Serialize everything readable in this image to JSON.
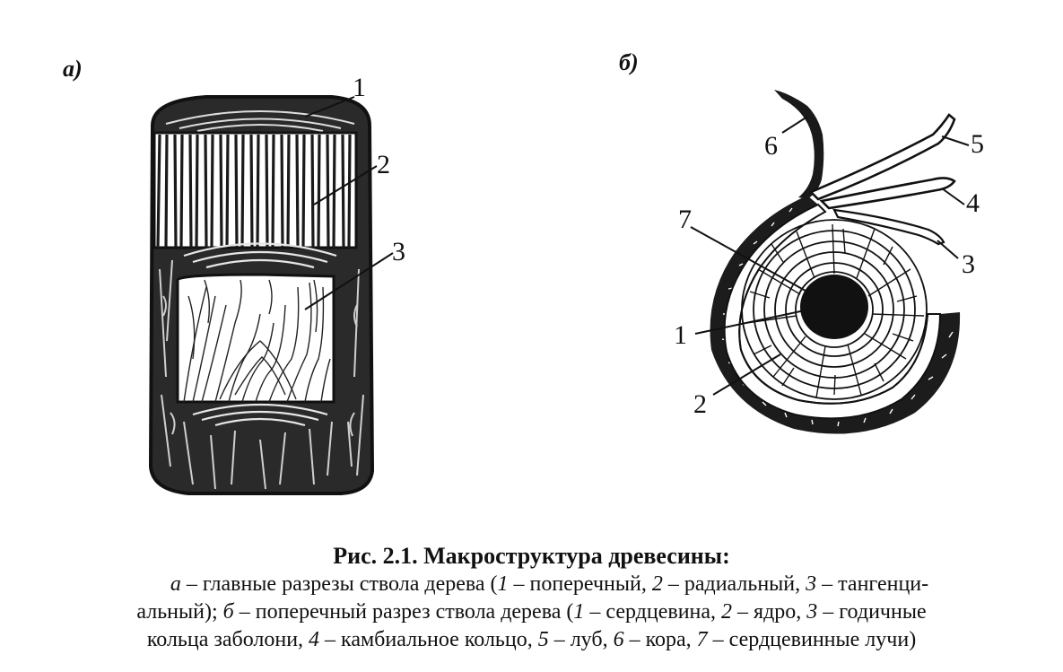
{
  "figure": {
    "panel_a": "а)",
    "panel_b": "б)",
    "labels_a": [
      "1",
      "2",
      "3"
    ],
    "labels_b": [
      "1",
      "2",
      "3",
      "4",
      "5",
      "6",
      "7"
    ]
  },
  "caption": {
    "title": "Рис. 2.1. Макроструктура древесины:",
    "line1": [
      {
        "t": "а",
        "i": true
      },
      {
        "t": " – главные разрезы ствола дерева ("
      },
      {
        "t": "1",
        "i": true
      },
      {
        "t": " –  поперечный, "
      },
      {
        "t": "2",
        "i": true
      },
      {
        "t": " – радиальный, "
      },
      {
        "t": "3",
        "i": true
      },
      {
        "t": " – тангенци-"
      }
    ],
    "line2": [
      {
        "t": "альный); "
      },
      {
        "t": "б",
        "i": true
      },
      {
        "t": " – поперечный разрез ствола дерева ("
      },
      {
        "t": "1",
        "i": true
      },
      {
        "t": " – сердцевина, "
      },
      {
        "t": "2",
        "i": true
      },
      {
        "t": " – ядро, "
      },
      {
        "t": "3",
        "i": true
      },
      {
        "t": " – годичные"
      }
    ],
    "line3": [
      {
        "t": "кольца заболони, "
      },
      {
        "t": "4",
        "i": true
      },
      {
        "t": " – камбиальное кольцо, "
      },
      {
        "t": "5",
        "i": true
      },
      {
        "t": " – луб, "
      },
      {
        "t": "6",
        "i": true
      },
      {
        "t": " – кора, "
      },
      {
        "t": "7",
        "i": true
      },
      {
        "t": " – сердцевинные лучи)"
      }
    ]
  }
}
